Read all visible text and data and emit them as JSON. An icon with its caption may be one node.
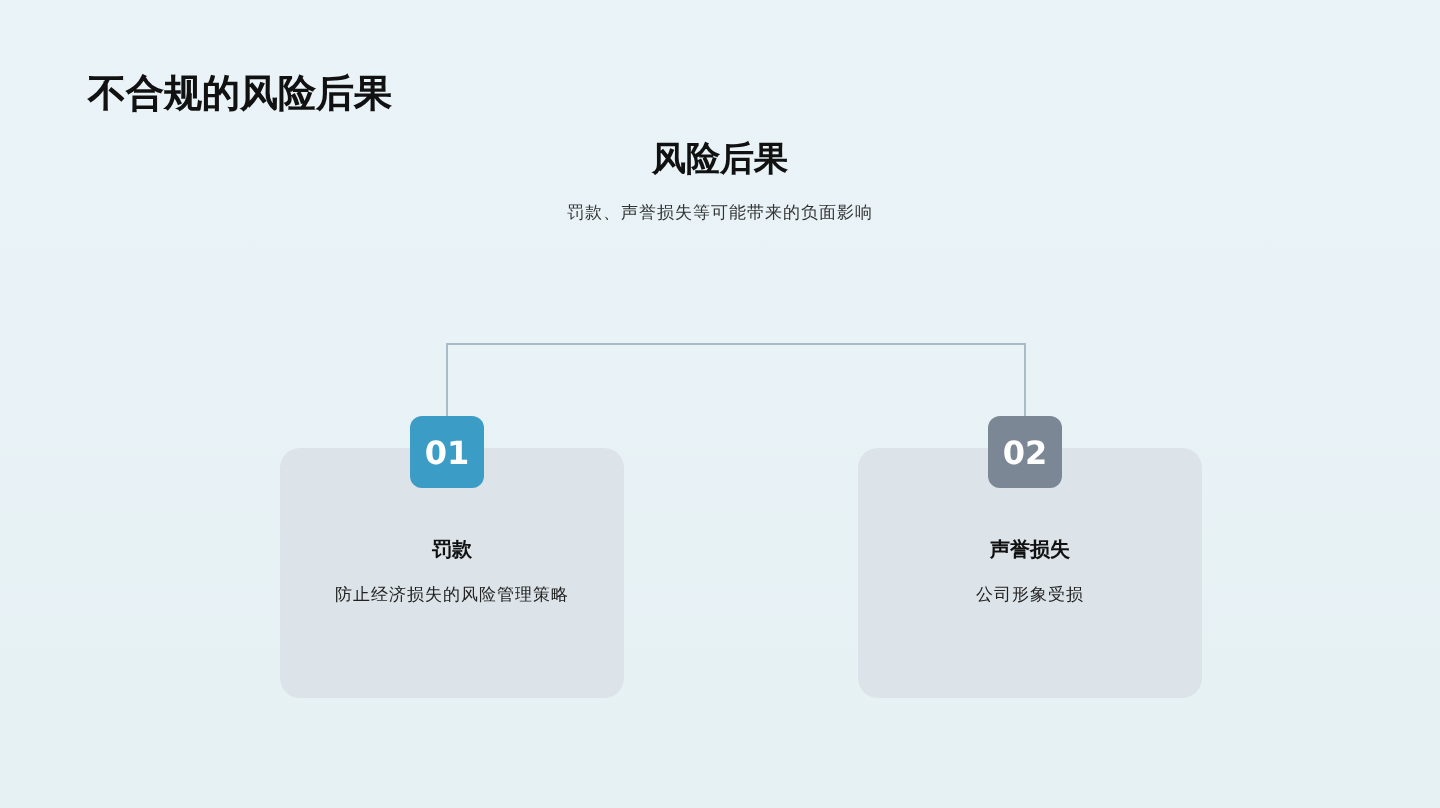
{
  "diagram": {
    "title": "不合规的风险后果",
    "nodes": [
      {
        "text": [
          "风险后果",
          "罚款、声誉损失等可能带来的负面影响"
        ]
      },
      {
        "text": [
          "罚款",
          "防止经济损失的风险管理策略"
        ]
      },
      {
        "text": [
          "01"
        ]
      },
      {
        "text": [
          "声誉损失",
          "公司形象受损"
        ]
      },
      {
        "text": [
          "02"
        ]
      }
    ],
    "edges": [
      {
        "from": 2,
        "to": 4,
        "arrow": "none"
      }
    ]
  }
}
